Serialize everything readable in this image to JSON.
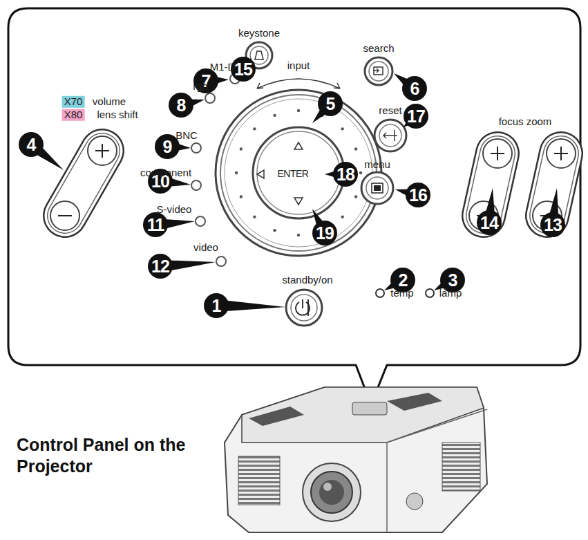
{
  "diagram": {
    "title": "Control Panel on the Projector",
    "nodes": [
      {
        "text": [
          "1"
        ]
      },
      {
        "text": [
          "2"
        ]
      },
      {
        "text": [
          "3"
        ]
      },
      {
        "text": [
          "4"
        ]
      },
      {
        "text": [
          "5"
        ]
      },
      {
        "text": [
          "6"
        ]
      },
      {
        "text": [
          "7"
        ]
      },
      {
        "text": [
          "8"
        ]
      },
      {
        "text": [
          "9"
        ]
      },
      {
        "text": [
          "10"
        ]
      },
      {
        "text": [
          "11"
        ]
      },
      {
        "text": [
          "12"
        ]
      },
      {
        "text": [
          "13"
        ]
      },
      {
        "text": [
          "14"
        ]
      },
      {
        "text": [
          "15"
        ]
      },
      {
        "text": [
          "16"
        ]
      },
      {
        "text": [
          "17"
        ]
      },
      {
        "text": [
          "18"
        ]
      },
      {
        "text": [
          "19"
        ]
      }
    ],
    "edges": [],
    "labels": [
      "keystone",
      "search",
      "M1-D",
      "rgb",
      "input",
      "X70",
      "volume",
      "X80",
      "lens shift",
      "BNC",
      "reset",
      "focus zoom",
      "component",
      "S-video",
      "ENTER",
      "menu",
      "video",
      "standby/on",
      "temp",
      "lamp"
    ]
  }
}
